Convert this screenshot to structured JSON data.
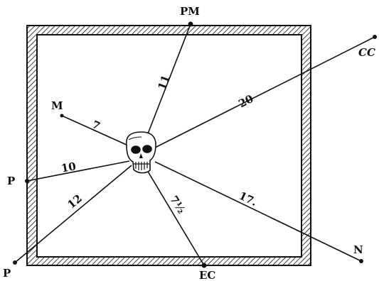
{
  "diagram": {
    "points": {
      "pm": "PM",
      "cc": "CC",
      "m": "M",
      "p_left": "P",
      "p_corner": "P",
      "n": "N",
      "ec": "EC"
    },
    "distances": {
      "pm": "11",
      "cc": "20",
      "m": "7",
      "p_left": "10",
      "p_corner": "12",
      "ec": "7½",
      "n": "17."
    }
  }
}
